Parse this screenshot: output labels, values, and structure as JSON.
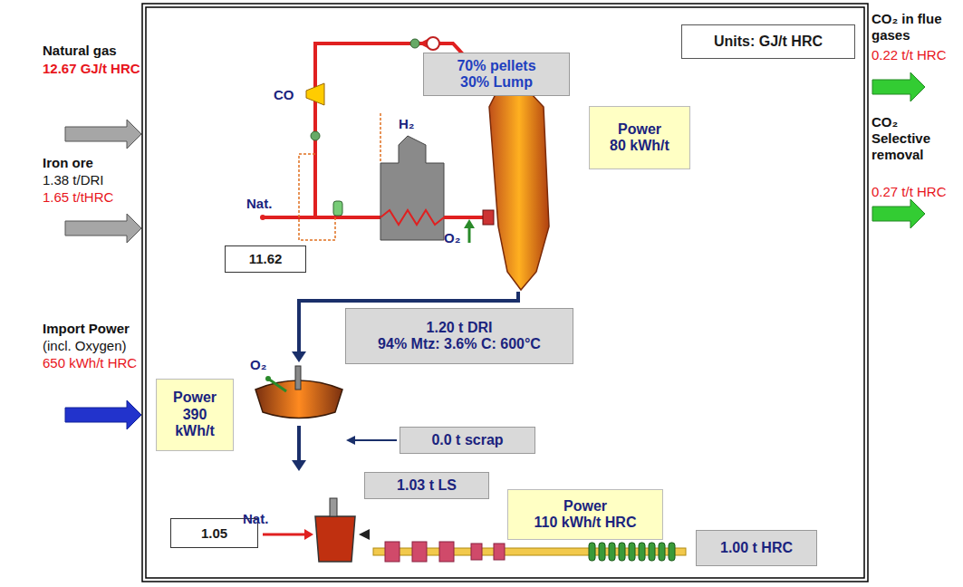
{
  "diagram": {
    "nodes": [
      {
        "text": [
          "Units: GJ/t HRC"
        ]
      },
      {
        "text": [
          "70% pellets 30% Lump"
        ]
      },
      {
        "text": [
          "Power",
          "80 kWh/t"
        ]
      },
      {
        "text": [
          "11.62"
        ]
      },
      {
        "text": [
          "1.20 t DRI",
          "94% Mtz: 3.6% C: 600°C"
        ]
      },
      {
        "text": [
          "Power",
          "390 kWh/t"
        ]
      },
      {
        "text": [
          "0.0 t scrap"
        ]
      },
      {
        "text": [
          "1.03 t LS"
        ]
      },
      {
        "text": [
          "1.05"
        ]
      },
      {
        "text": [
          "Power",
          "110 kWh/t HRC"
        ]
      },
      {
        "text": [
          "1.00 t HRC"
        ]
      }
    ],
    "labels": [
      "Natural gas",
      "12.67 GJ/t HRC",
      "Iron ore",
      "1.38 t/DRI",
      "1.65 t/tHRC",
      "Import Power",
      "(incl. Oxygen)",
      "650 kWh/t HRC",
      "CO₂ in flue gases",
      "0.22 t/t HRC",
      "CO₂ Selective removal",
      "0.27 t/t HRC",
      "CO",
      "H₂",
      "Nat.",
      "O₂",
      "O₂",
      "Nat."
    ]
  }
}
